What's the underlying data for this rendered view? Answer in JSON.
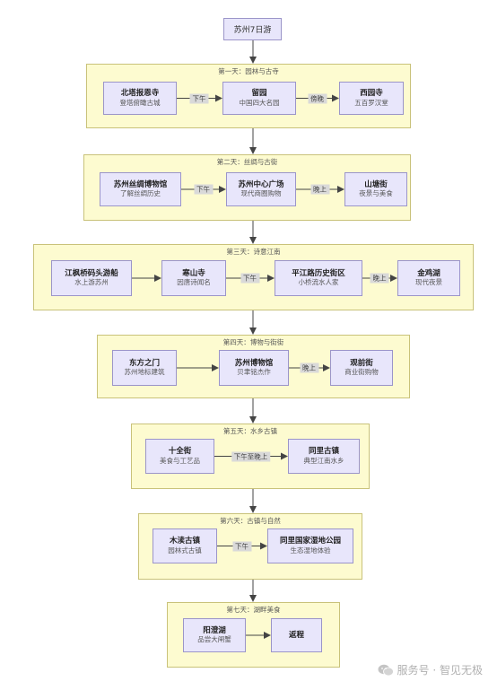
{
  "title": "苏州7日游",
  "days": [
    {
      "label": "第一天：园林与古寺",
      "nodes": [
        {
          "name": "北塔报恩寺",
          "desc": "登塔俯瞰古城"
        },
        {
          "name": "留园",
          "desc": "中国四大名园"
        },
        {
          "name": "西园寺",
          "desc": "五百罗汉堂"
        }
      ],
      "edges": [
        "下午",
        "傍晚"
      ]
    },
    {
      "label": "第二天：丝绸与古街",
      "nodes": [
        {
          "name": "苏州丝绸博物馆",
          "desc": "了解丝绸历史"
        },
        {
          "name": "苏州中心广场",
          "desc": "现代商圈购物"
        },
        {
          "name": "山塘街",
          "desc": "夜景与美食"
        }
      ],
      "edges": [
        "下午",
        "晚上"
      ]
    },
    {
      "label": "第三天：诗意江南",
      "nodes": [
        {
          "name": "江枫桥码头游船",
          "desc": "水上游苏州"
        },
        {
          "name": "寒山寺",
          "desc": "因唐诗闻名"
        },
        {
          "name": "平江路历史街区",
          "desc": "小桥流水人家"
        },
        {
          "name": "金鸡湖",
          "desc": "现代夜景"
        }
      ],
      "edges": [
        "",
        "下午",
        "晚上"
      ]
    },
    {
      "label": "第四天：博物与街街",
      "nodes": [
        {
          "name": "东方之门",
          "desc": "苏州地标建筑"
        },
        {
          "name": "苏州博物馆",
          "desc": "贝聿铭杰作"
        },
        {
          "name": "观前街",
          "desc": "商业街购物"
        }
      ],
      "edges": [
        "",
        "晚上"
      ]
    },
    {
      "label": "第五天：水乡古镇",
      "nodes": [
        {
          "name": "十全街",
          "desc": "美食与工艺品"
        },
        {
          "name": "同里古镇",
          "desc": "典型江南水乡"
        }
      ],
      "edges": [
        "下午至晚上"
      ]
    },
    {
      "label": "第六天：古镇与自然",
      "nodes": [
        {
          "name": "木渎古镇",
          "desc": "园林式古镇"
        },
        {
          "name": "同里国家湿地公园",
          "desc": "生态湿地体验"
        }
      ],
      "edges": [
        "下午"
      ]
    },
    {
      "label": "第七天：湖畔美食",
      "nodes": [
        {
          "name": "阳澄湖",
          "desc": "品尝大闸蟹"
        },
        {
          "name": "返程",
          "desc": ""
        }
      ],
      "edges": [
        ""
      ]
    }
  ],
  "watermark": "服务号 · 智见无极",
  "colors": {
    "node_fill": "#e8e6fb",
    "node_border": "#9b95c9",
    "group_fill": "#fdfbd0",
    "group_border": "#c9c27a",
    "edge": "#444444",
    "edge_label_bg": "#d9d9d9"
  }
}
